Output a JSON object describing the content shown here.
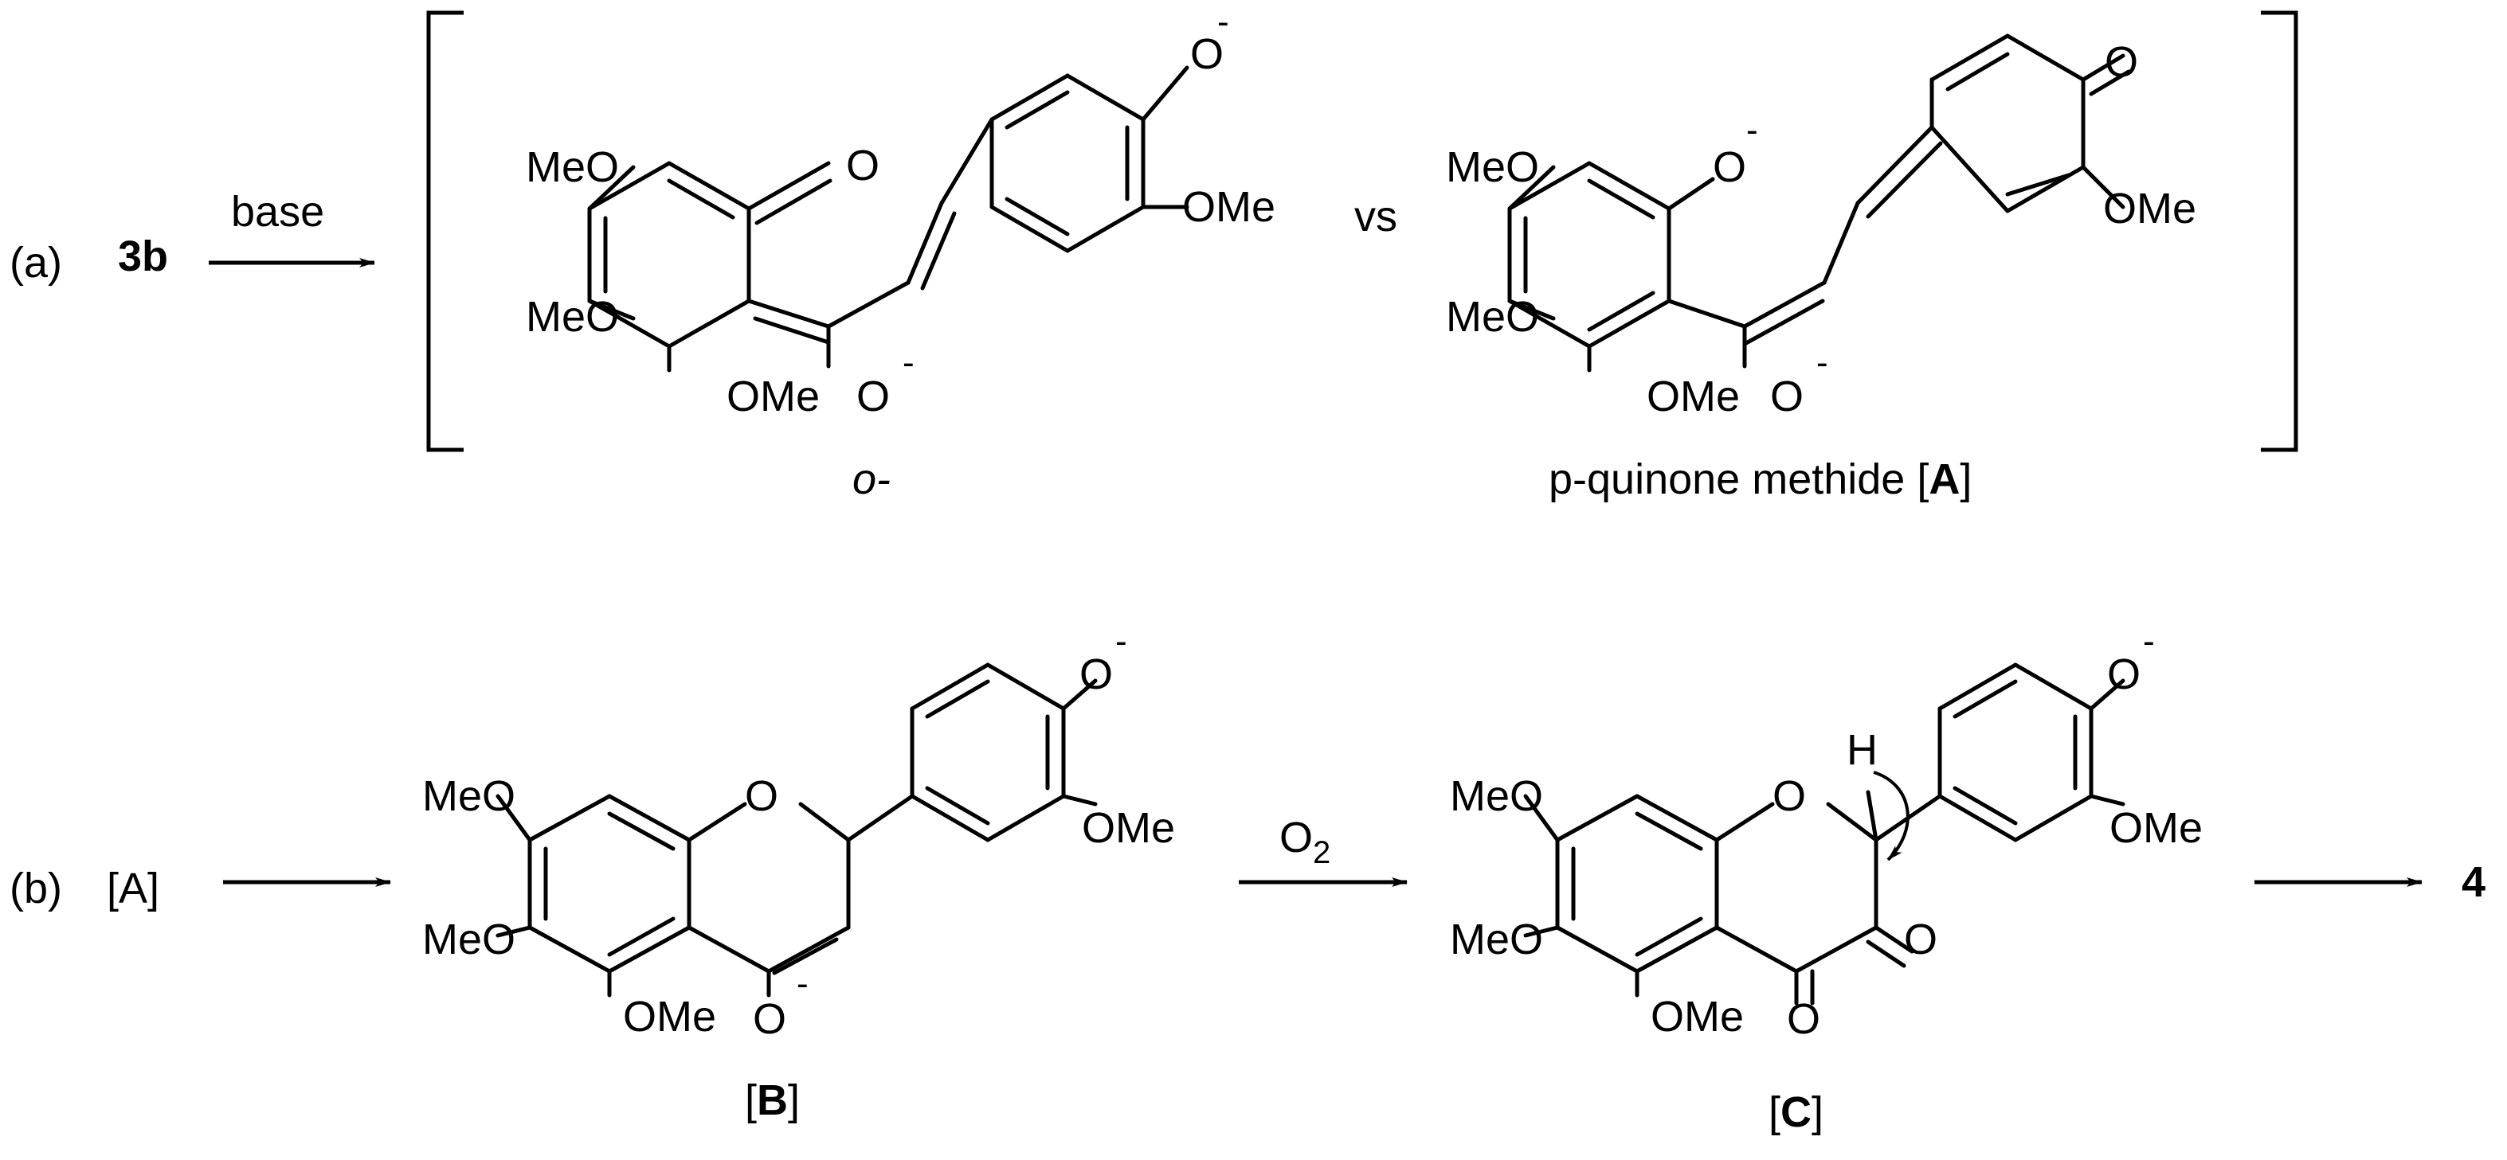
{
  "labels": {
    "part_a": "(a)",
    "reactant_a": "3b",
    "reagent_a": "base",
    "vs": "vs",
    "caption_ortho": "o-",
    "caption_para_text": "p-quinone methide [",
    "caption_para_bold": "A",
    "caption_para_end": "]",
    "part_b": "(b)",
    "reactant_b": "[A]",
    "reagent_b_main": "O",
    "reagent_b_sub": "2",
    "product_b": "4",
    "caption_B_open": "[",
    "caption_B_bold": "B",
    "caption_B_close": "]",
    "caption_C_open": "[",
    "caption_C_bold": "C",
    "caption_C_close": "]"
  },
  "atoms": {
    "meo": "MeO",
    "ome": "OMe",
    "o": "O",
    "h": "H",
    "minus": "-"
  }
}
